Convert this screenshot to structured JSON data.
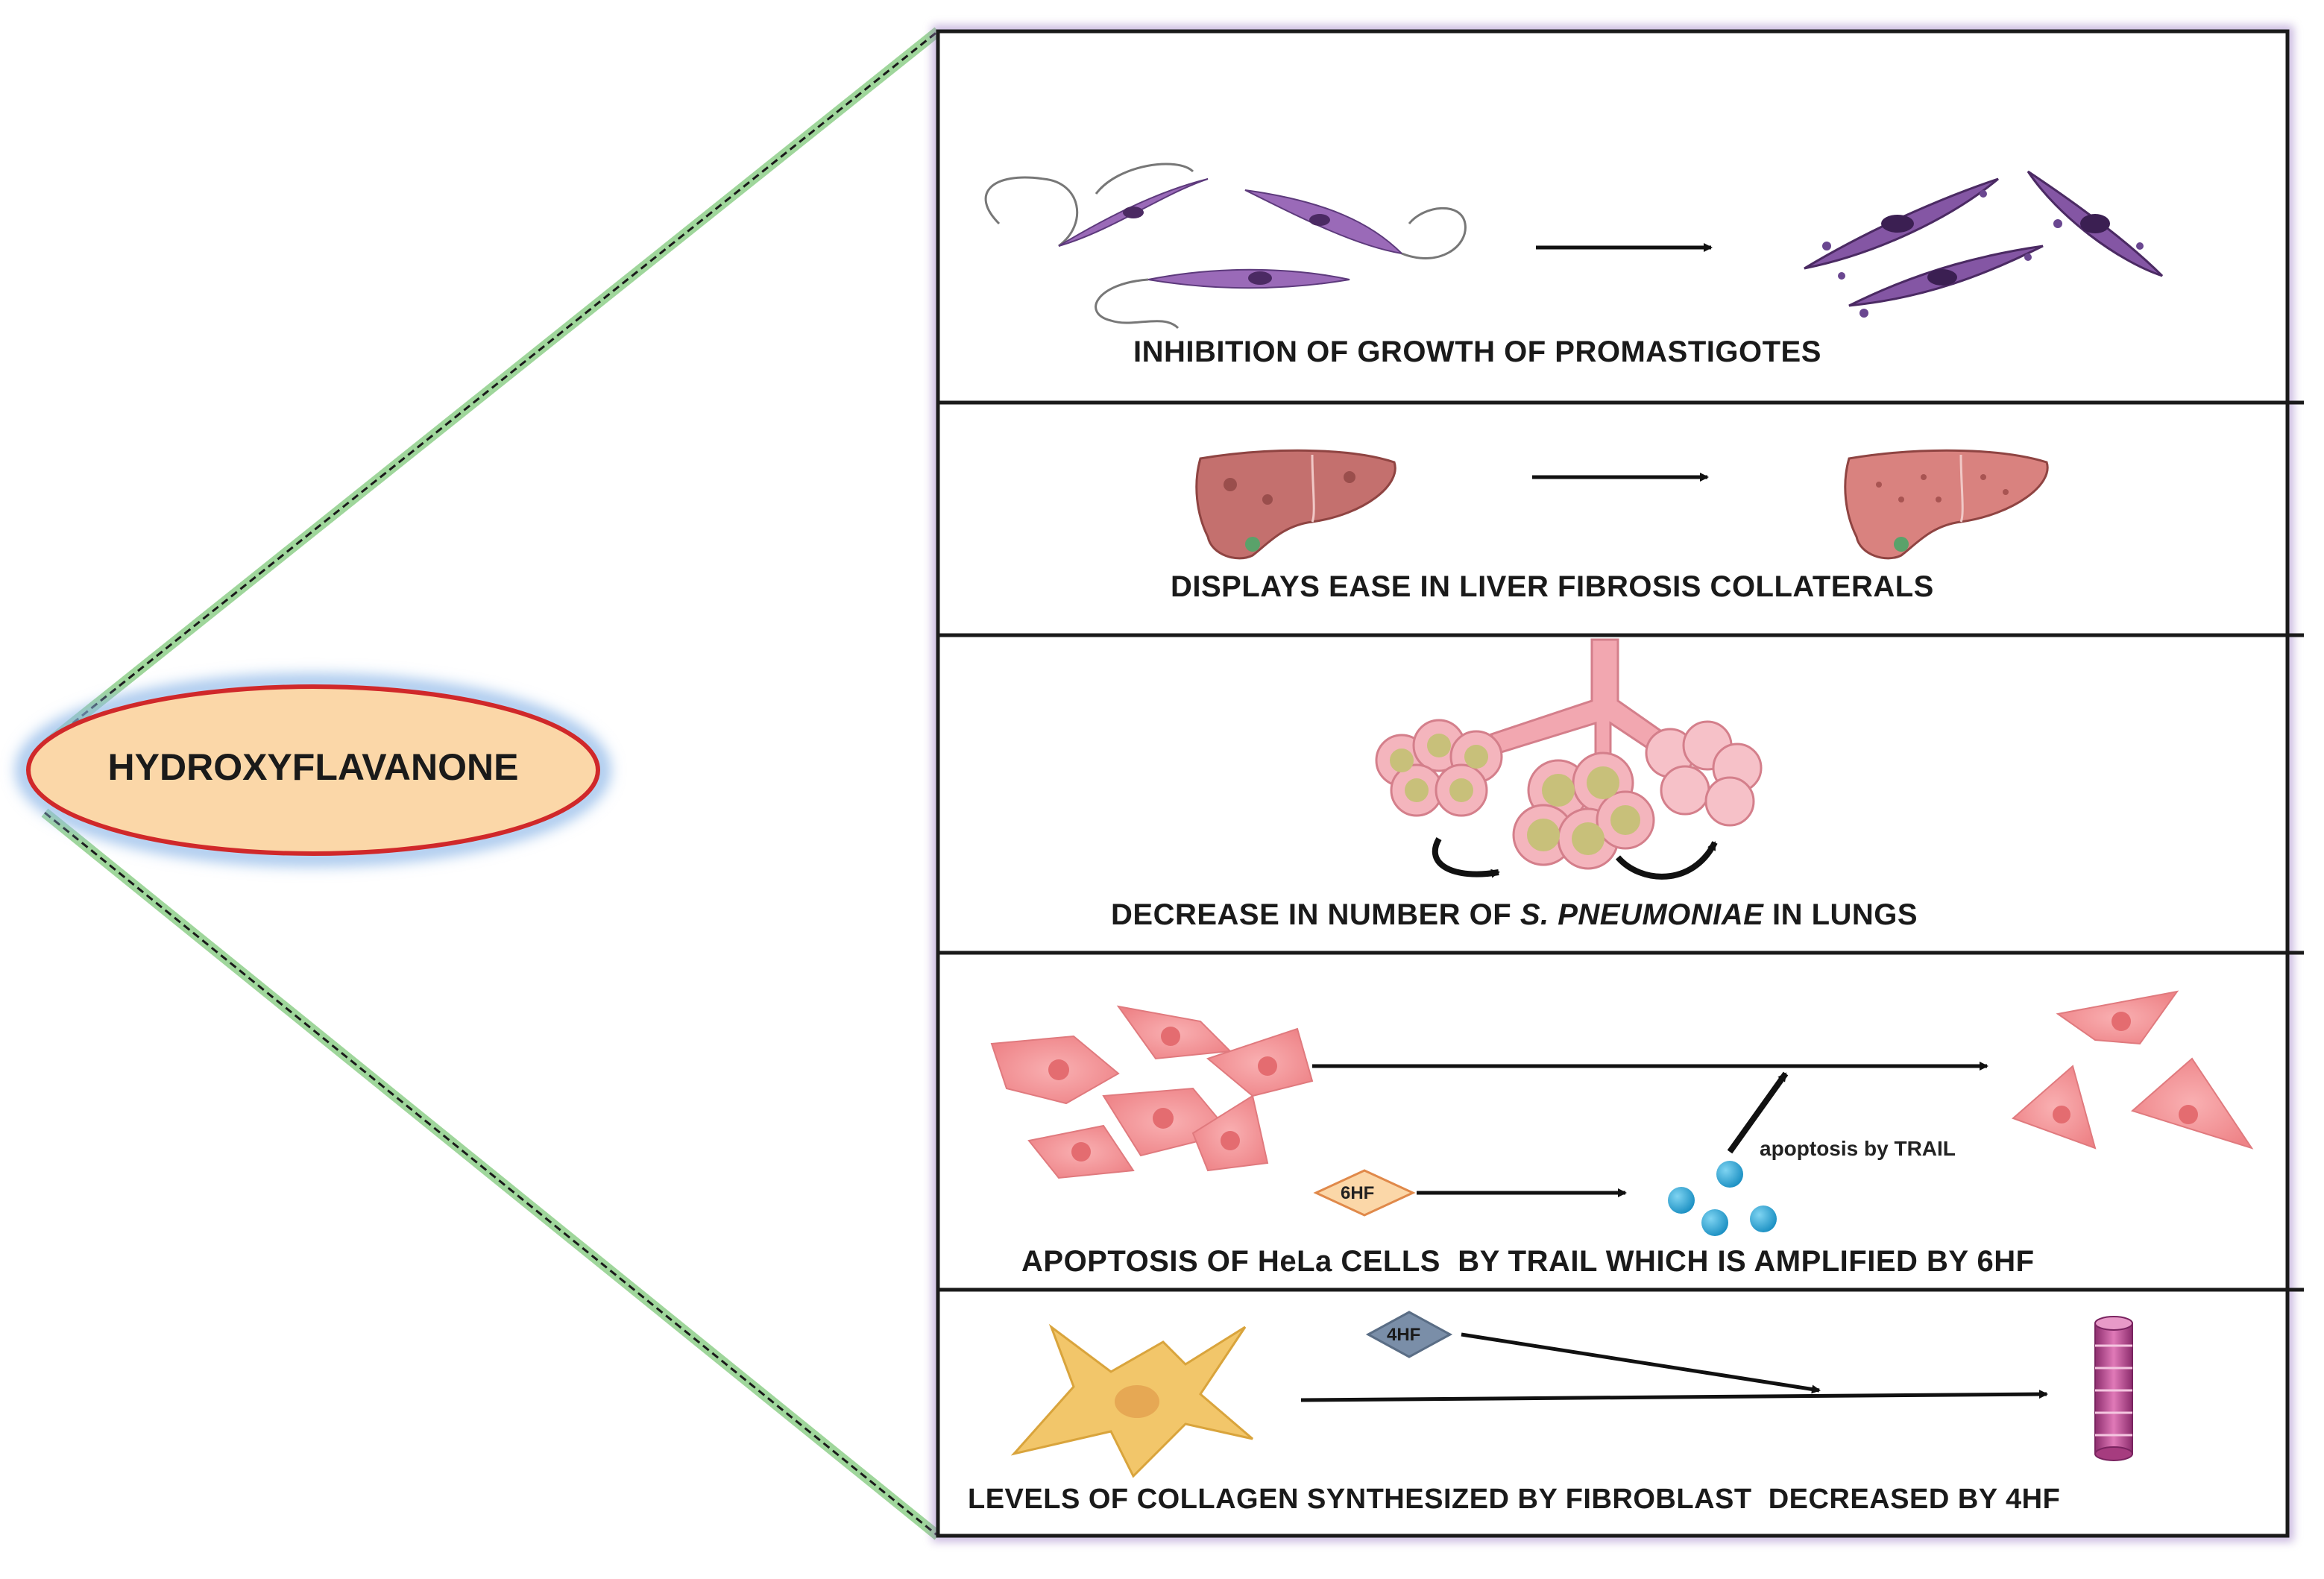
{
  "hub": {
    "label": "HYDROXYFLAVANONE"
  },
  "panels": [
    {
      "id": "promastigotes",
      "label": "INHIBITION OF GROWTH OF PROMASTIGOTES"
    },
    {
      "id": "liver",
      "label": "DISPLAYS EASE IN LIVER FIBROSIS COLLATERALS"
    },
    {
      "id": "lungs",
      "label_prefix": "DECREASE IN NUMBER OF ",
      "label_italic": "S. PNEUMONIAE",
      "label_suffix": " IN LUNGS"
    },
    {
      "id": "hela",
      "label": "APOPTOSIS OF HeLa CELLS  BY TRAIL WHICH IS AMPLIFIED BY 6HF",
      "tag": "6HF",
      "annotation": "apoptosis by TRAIL"
    },
    {
      "id": "collagen",
      "label": "LEVELS OF COLLAGEN SYNTHESIZED BY FIBROBLAST  DECREASED BY 4HF",
      "tag": "4HF"
    }
  ],
  "colors": {
    "panel_border": "#1a1a1a",
    "panel_glow": "#9b7bc4",
    "connector_green": "#8fd08a",
    "hub_fill": "#fbd7a8",
    "hub_outline": "#d0282a",
    "hub_glow": "#8fb8e8",
    "promastigote": "#9a6ab8",
    "liver": "#c4706e",
    "lung": "#f2a7b0",
    "hela": "#f18f92",
    "trail_dot": "#2aa6d6",
    "fibroblast": "#f2c66a",
    "collagen": "#c0589a"
  }
}
